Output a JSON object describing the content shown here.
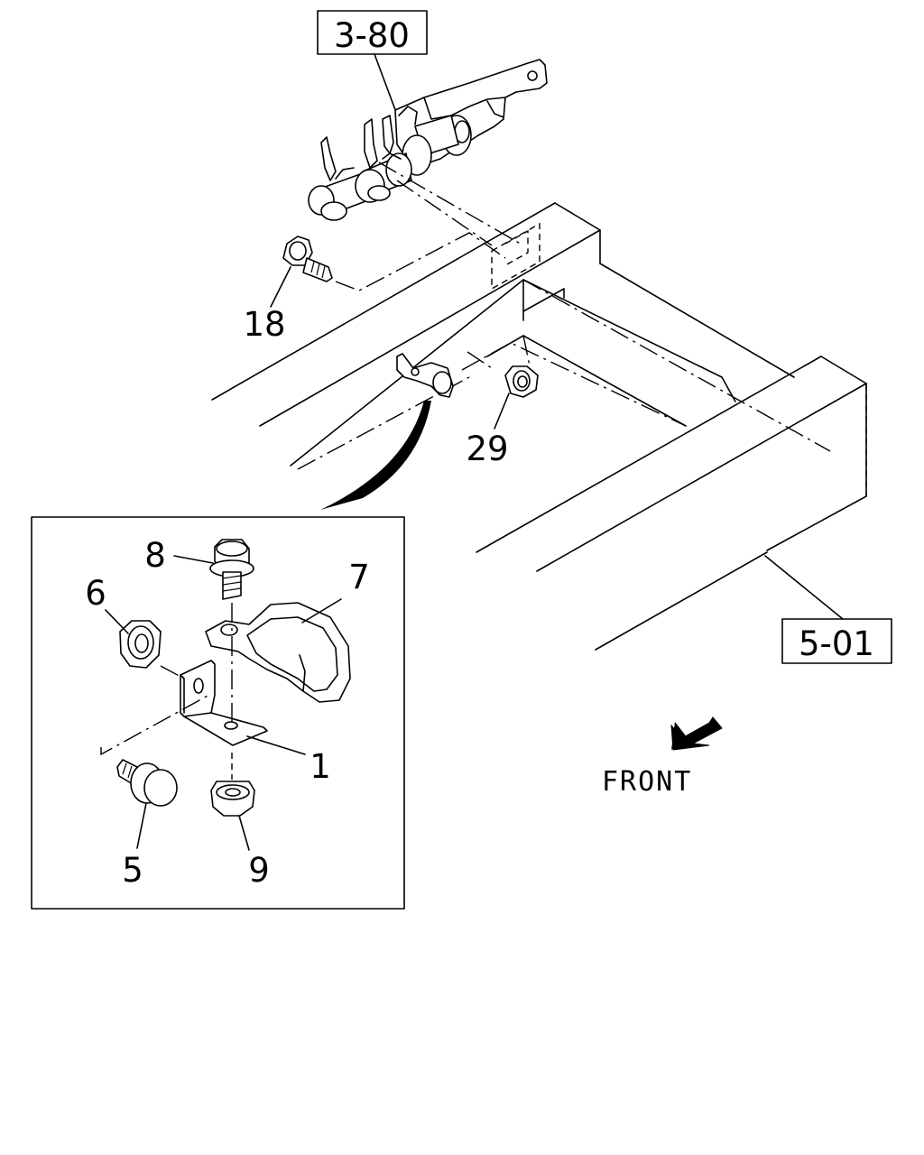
{
  "reference_boxes": {
    "upper": "3-80",
    "frame": "5-01"
  },
  "callouts": {
    "bolt_upper": "18",
    "nut_upper": "29",
    "bolt_detail": "8",
    "nut_detail_left": "6",
    "clip": "7",
    "bracket": "1",
    "bolt_lower": "5",
    "nut_lower": "9"
  },
  "direction": {
    "label": "FRONT"
  }
}
